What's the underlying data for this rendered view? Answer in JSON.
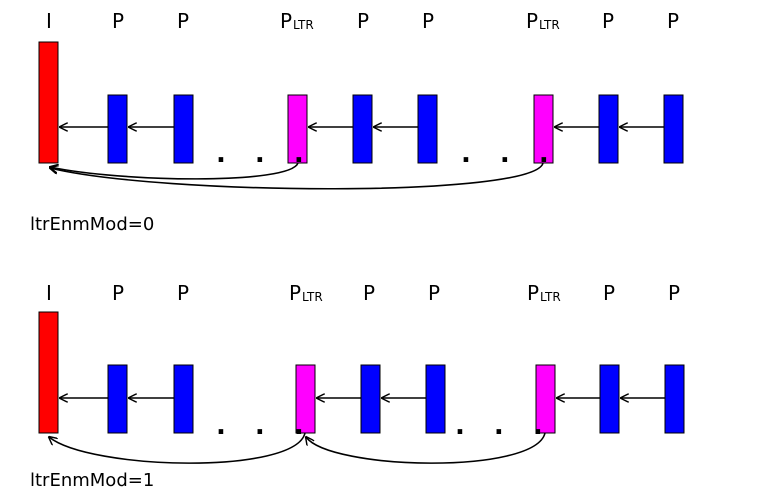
{
  "colors": {
    "i_frame": "#ff0000",
    "p_frame": "#0000ff",
    "ltr_frame": "#ff00ff",
    "arrow": "#000000"
  },
  "frame_labels": {
    "i": "I",
    "p": "P",
    "p_ltr_base": "P",
    "p_ltr_sub": "LTR"
  },
  "ellipsis": ". . .",
  "diagrams": [
    {
      "mode_label": "ltrEnmMod=0"
    },
    {
      "mode_label": "ltrEnmMod=1"
    }
  ]
}
